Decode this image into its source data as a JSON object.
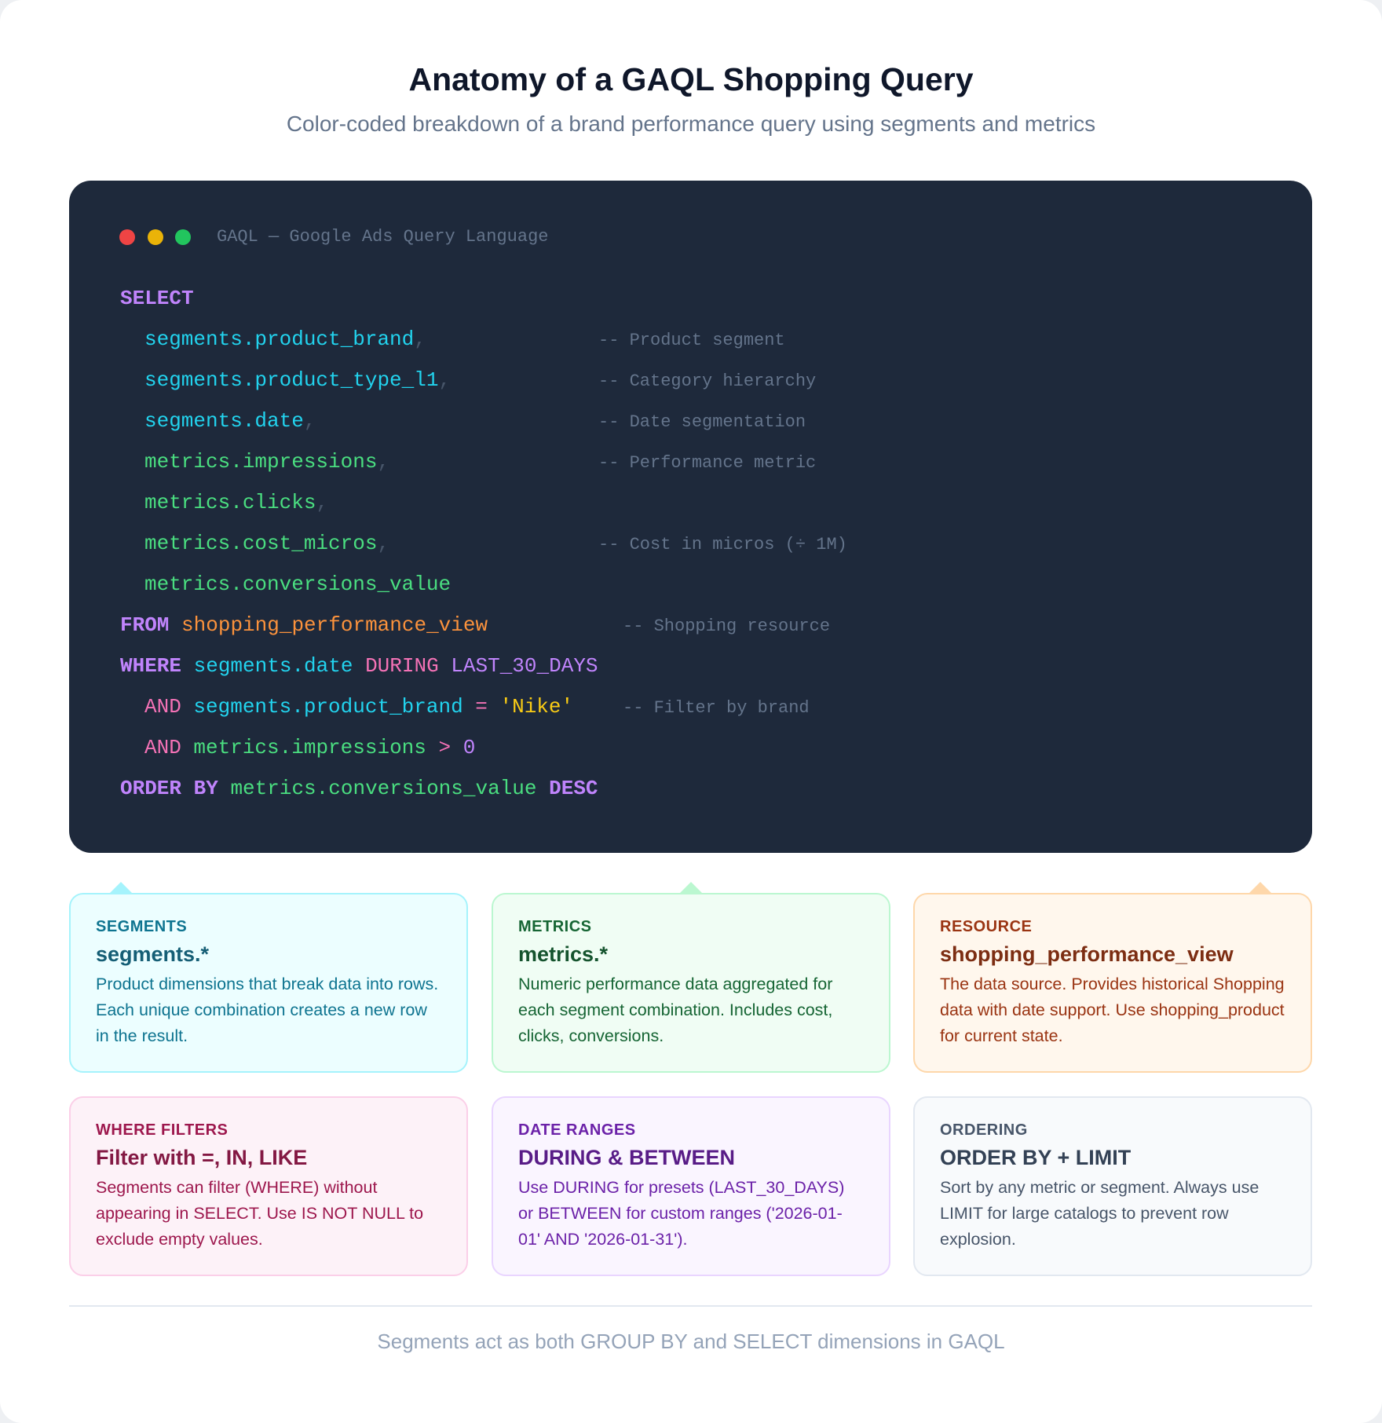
{
  "header": {
    "title": "Anatomy of a GAQL Shopping Query",
    "subtitle": "Color-coded breakdown of a brand performance query using segments and metrics"
  },
  "code_window": {
    "title": "GAQL — Google Ads Query Language",
    "dots": [
      "#ef4444",
      "#eab308",
      "#22c55e"
    ],
    "lines": [
      {
        "indent": 0,
        "tokens": [
          {
            "t": "SELECT",
            "c": "kw"
          }
        ]
      },
      {
        "indent": 1,
        "tokens": [
          {
            "t": "segments.product_brand",
            "c": "seg"
          },
          {
            "t": ",",
            "c": "punc"
          }
        ],
        "comment": "-- Product segment"
      },
      {
        "indent": 1,
        "tokens": [
          {
            "t": "segments.product_type_l1",
            "c": "seg"
          },
          {
            "t": ",",
            "c": "punc"
          }
        ],
        "comment": "-- Category hierarchy"
      },
      {
        "indent": 1,
        "tokens": [
          {
            "t": "segments.date",
            "c": "seg"
          },
          {
            "t": ",",
            "c": "punc"
          }
        ],
        "comment": "-- Date segmentation"
      },
      {
        "indent": 1,
        "tokens": [
          {
            "t": "metrics.impressions",
            "c": "met"
          },
          {
            "t": ",",
            "c": "punc"
          }
        ],
        "comment": "-- Performance metric"
      },
      {
        "indent": 1,
        "tokens": [
          {
            "t": "metrics.clicks",
            "c": "met"
          },
          {
            "t": ",",
            "c": "punc"
          }
        ]
      },
      {
        "indent": 1,
        "tokens": [
          {
            "t": "metrics.cost_micros",
            "c": "met"
          },
          {
            "t": ",",
            "c": "punc"
          }
        ],
        "comment": "-- Cost in micros (÷ 1M)"
      },
      {
        "indent": 1,
        "tokens": [
          {
            "t": "metrics.conversions_value",
            "c": "met"
          }
        ]
      },
      {
        "indent": 0,
        "tokens": [
          {
            "t": "FROM",
            "c": "kw"
          },
          {
            "t": " ",
            "c": "punc"
          },
          {
            "t": "shopping_performance_view",
            "c": "res"
          }
        ],
        "comment": "-- Shopping resource",
        "comment_alt": true
      },
      {
        "indent": 0,
        "tokens": [
          {
            "t": "WHERE",
            "c": "kw"
          },
          {
            "t": " ",
            "c": "punc"
          },
          {
            "t": "segments.date",
            "c": "seg"
          },
          {
            "t": " DURING",
            "c": "op"
          },
          {
            "t": " LAST_30_DAYS",
            "c": "const"
          }
        ]
      },
      {
        "indent": 1,
        "tokens": [
          {
            "t": "AND",
            "c": "op"
          },
          {
            "t": " ",
            "c": "punc"
          },
          {
            "t": "segments.product_brand",
            "c": "seg"
          },
          {
            "t": " = ",
            "c": "op"
          },
          {
            "t": "'Nike'",
            "c": "str"
          }
        ],
        "comment": "-- Filter by brand",
        "comment_alt": true
      },
      {
        "indent": 1,
        "tokens": [
          {
            "t": "AND",
            "c": "op"
          },
          {
            "t": " ",
            "c": "punc"
          },
          {
            "t": "metrics.impressions",
            "c": "met"
          },
          {
            "t": " > ",
            "c": "op"
          },
          {
            "t": "0",
            "c": "const"
          }
        ]
      },
      {
        "indent": 0,
        "tokens": [
          {
            "t": "ORDER BY",
            "c": "kw"
          },
          {
            "t": " ",
            "c": "punc"
          },
          {
            "t": "metrics.conversions_value",
            "c": "met"
          },
          {
            "t": " DESC",
            "c": "kw"
          }
        ]
      }
    ]
  },
  "cards": [
    {
      "label": "SEGMENTS",
      "title": "segments.*",
      "body": "Product dimensions that break data into rows. Each unique combination creates a new row in the result.",
      "bg": "#ecfeff",
      "border": "#a5f3fc",
      "label_color": "#0e7490",
      "title_color": "#155e75",
      "body_color": "#0e7490"
    },
    {
      "label": "METRICS",
      "title": "metrics.*",
      "body": "Numeric performance data aggregated for each segment combination. Includes cost, clicks, conversions.",
      "bg": "#f0fdf4",
      "border": "#bbf7d0",
      "label_color": "#166534",
      "title_color": "#14532d",
      "body_color": "#166534"
    },
    {
      "label": "RESOURCE",
      "title": "shopping_performance_view",
      "body": "The data source. Provides historical Shopping data with date support. Use shopping_product for current state.",
      "bg": "#fff7ed",
      "border": "#fed7aa",
      "label_color": "#9a3412",
      "title_color": "#7c2d12",
      "body_color": "#9a3412"
    },
    {
      "label": "WHERE FILTERS",
      "title": "Filter with =, IN, LIKE",
      "body": "Segments can filter (WHERE) without appearing in SELECT. Use IS NOT NULL to exclude empty values.",
      "bg": "#fdf2f8",
      "border": "#fbcfe8",
      "label_color": "#9d174d",
      "title_color": "#831843",
      "body_color": "#9d174d"
    },
    {
      "label": "DATE RANGES",
      "title": "DURING & BETWEEN",
      "body": "Use DURING for presets (LAST_30_DAYS) or BETWEEN for custom ranges ('2026-01-01' AND '2026-01-31').",
      "bg": "#faf5ff",
      "border": "#e9d5ff",
      "label_color": "#6b21a8",
      "title_color": "#581c87",
      "body_color": "#6b21a8"
    },
    {
      "label": "ORDERING",
      "title": "ORDER BY + LIMIT",
      "body": "Sort by any metric or segment. Always use LIMIT for large catalogs to prevent row explosion.",
      "bg": "#f8fafc",
      "border": "#e2e8f0",
      "label_color": "#475569",
      "title_color": "#334155",
      "body_color": "#475569"
    }
  ],
  "footer": {
    "text": "Segments act as both GROUP BY and SELECT dimensions in GAQL"
  }
}
